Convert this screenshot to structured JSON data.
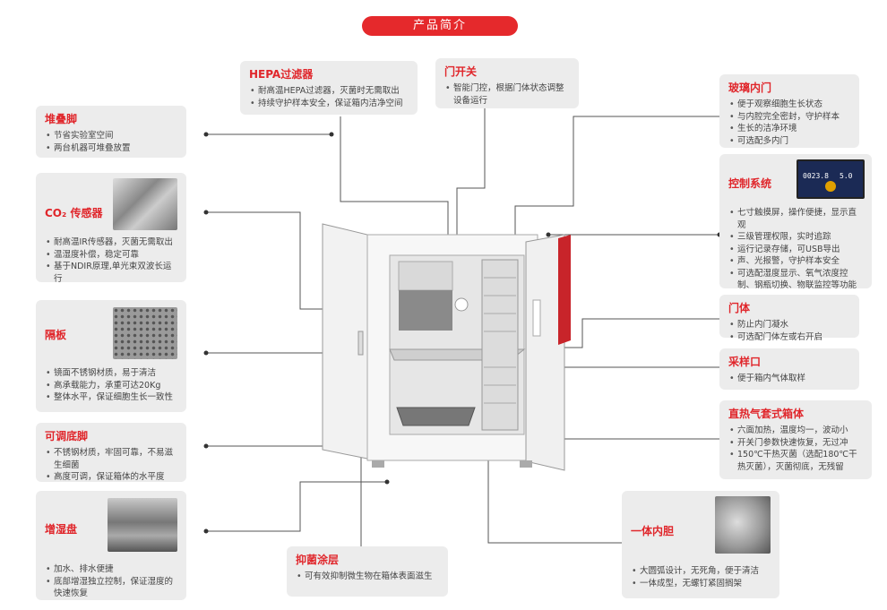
{
  "title": "产品简介",
  "cards": {
    "hepa": {
      "title": "HEPA过滤器",
      "items": [
        "耐高温HEPA过滤器，灭菌时无需取出",
        "持续守护样本安全，保证箱内洁净空间"
      ]
    },
    "door_switch": {
      "title": "门开关",
      "items": [
        "智能门控，根据门体状态调整设备运行"
      ]
    },
    "glass_door": {
      "title": "玻璃内门",
      "items": [
        "便于观察细胞生长状态",
        "与内腔完全密封，守护样本",
        "生长的洁净环境",
        "可选配多内门"
      ]
    },
    "stack": {
      "title": "堆叠脚",
      "items": [
        "节省实验室空间",
        "两台机器可堆叠放置"
      ]
    },
    "co2": {
      "title": "CO₂ 传感器",
      "items": [
        "耐高温IR传感器，灭菌无需取出",
        "温湿度补偿，稳定可靠",
        "基于NDIR原理,单光束双波长运行"
      ]
    },
    "control": {
      "title": "控制系统",
      "items": [
        "七寸触摸屏，操作便捷，显示直观",
        "三级管理权限，实时追踪",
        "运行记录存储，可USB导出",
        "声、光报警，守护样本安全",
        "可选配湿度显示、氧气浓度控制、钢瓶切换、物联监控等功能"
      ]
    },
    "shelf": {
      "title": "隔板",
      "items": [
        "镜面不锈钢材质，易于清洁",
        "高承载能力，承重可达20Kg",
        "整体水平，保证细胞生长一致性"
      ]
    },
    "door": {
      "title": "门体",
      "items": [
        "防止内门凝水",
        "可选配门体左或右开启"
      ]
    },
    "sample": {
      "title": "采样口",
      "items": [
        "便于箱内气体取样"
      ]
    },
    "feet": {
      "title": "可调底脚",
      "items": [
        "不锈钢材质，牢固可靠，不易滋生细菌",
        "高度可调，保证箱体的水平度"
      ]
    },
    "jacket": {
      "title": "直热气套式箱体",
      "items": [
        "六面加热，温度均一，波动小",
        "开关门参数快速恢复，无过冲",
        "150℃干热灭菌（选配180℃干热灭菌），灭菌彻底，无残留"
      ]
    },
    "humid": {
      "title": "增湿盘",
      "items": [
        "加水、排水便捷",
        "底部增湿独立控制，保证湿度的快速恢复"
      ]
    },
    "coating": {
      "title": "抑菌涂层",
      "items": [
        "可有效抑制微生物在箱体表面滋生"
      ]
    },
    "liner": {
      "title": "一体内胆",
      "items": [
        "大圆弧设计，无死角，便于清洁",
        "一体成型，无螺钉紧固搁架"
      ]
    }
  },
  "screen": {
    "readout_1": "0023.8",
    "readout_2": "5.0"
  },
  "colors": {
    "accent": "#e0262b",
    "card_bg": "#ececec"
  }
}
